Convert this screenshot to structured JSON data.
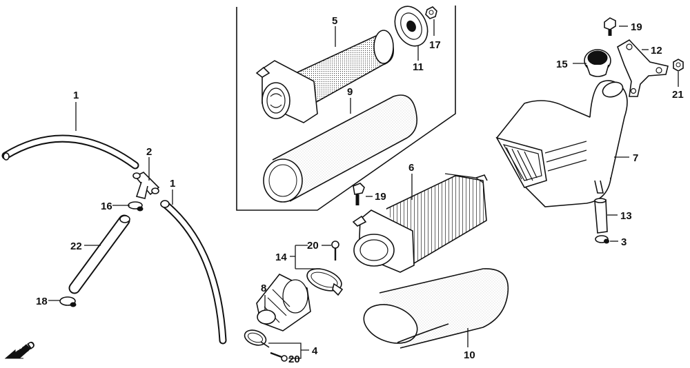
{
  "diagram": {
    "direction_label": "FWD",
    "callouts": {
      "p1a": "1",
      "p1b": "1",
      "p2": "2",
      "p3": "3",
      "p4": "4",
      "p5": "5",
      "p6": "6",
      "p7": "7",
      "p8": "8",
      "p9": "9",
      "p10": "10",
      "p11": "11",
      "p12": "12",
      "p13": "13",
      "p14": "14",
      "p15": "15",
      "p16": "16",
      "p17": "17",
      "p18": "18",
      "p19a": "19",
      "p19b": "19",
      "p20a": "20",
      "p20b": "20",
      "p21": "21",
      "p22": "22"
    }
  }
}
